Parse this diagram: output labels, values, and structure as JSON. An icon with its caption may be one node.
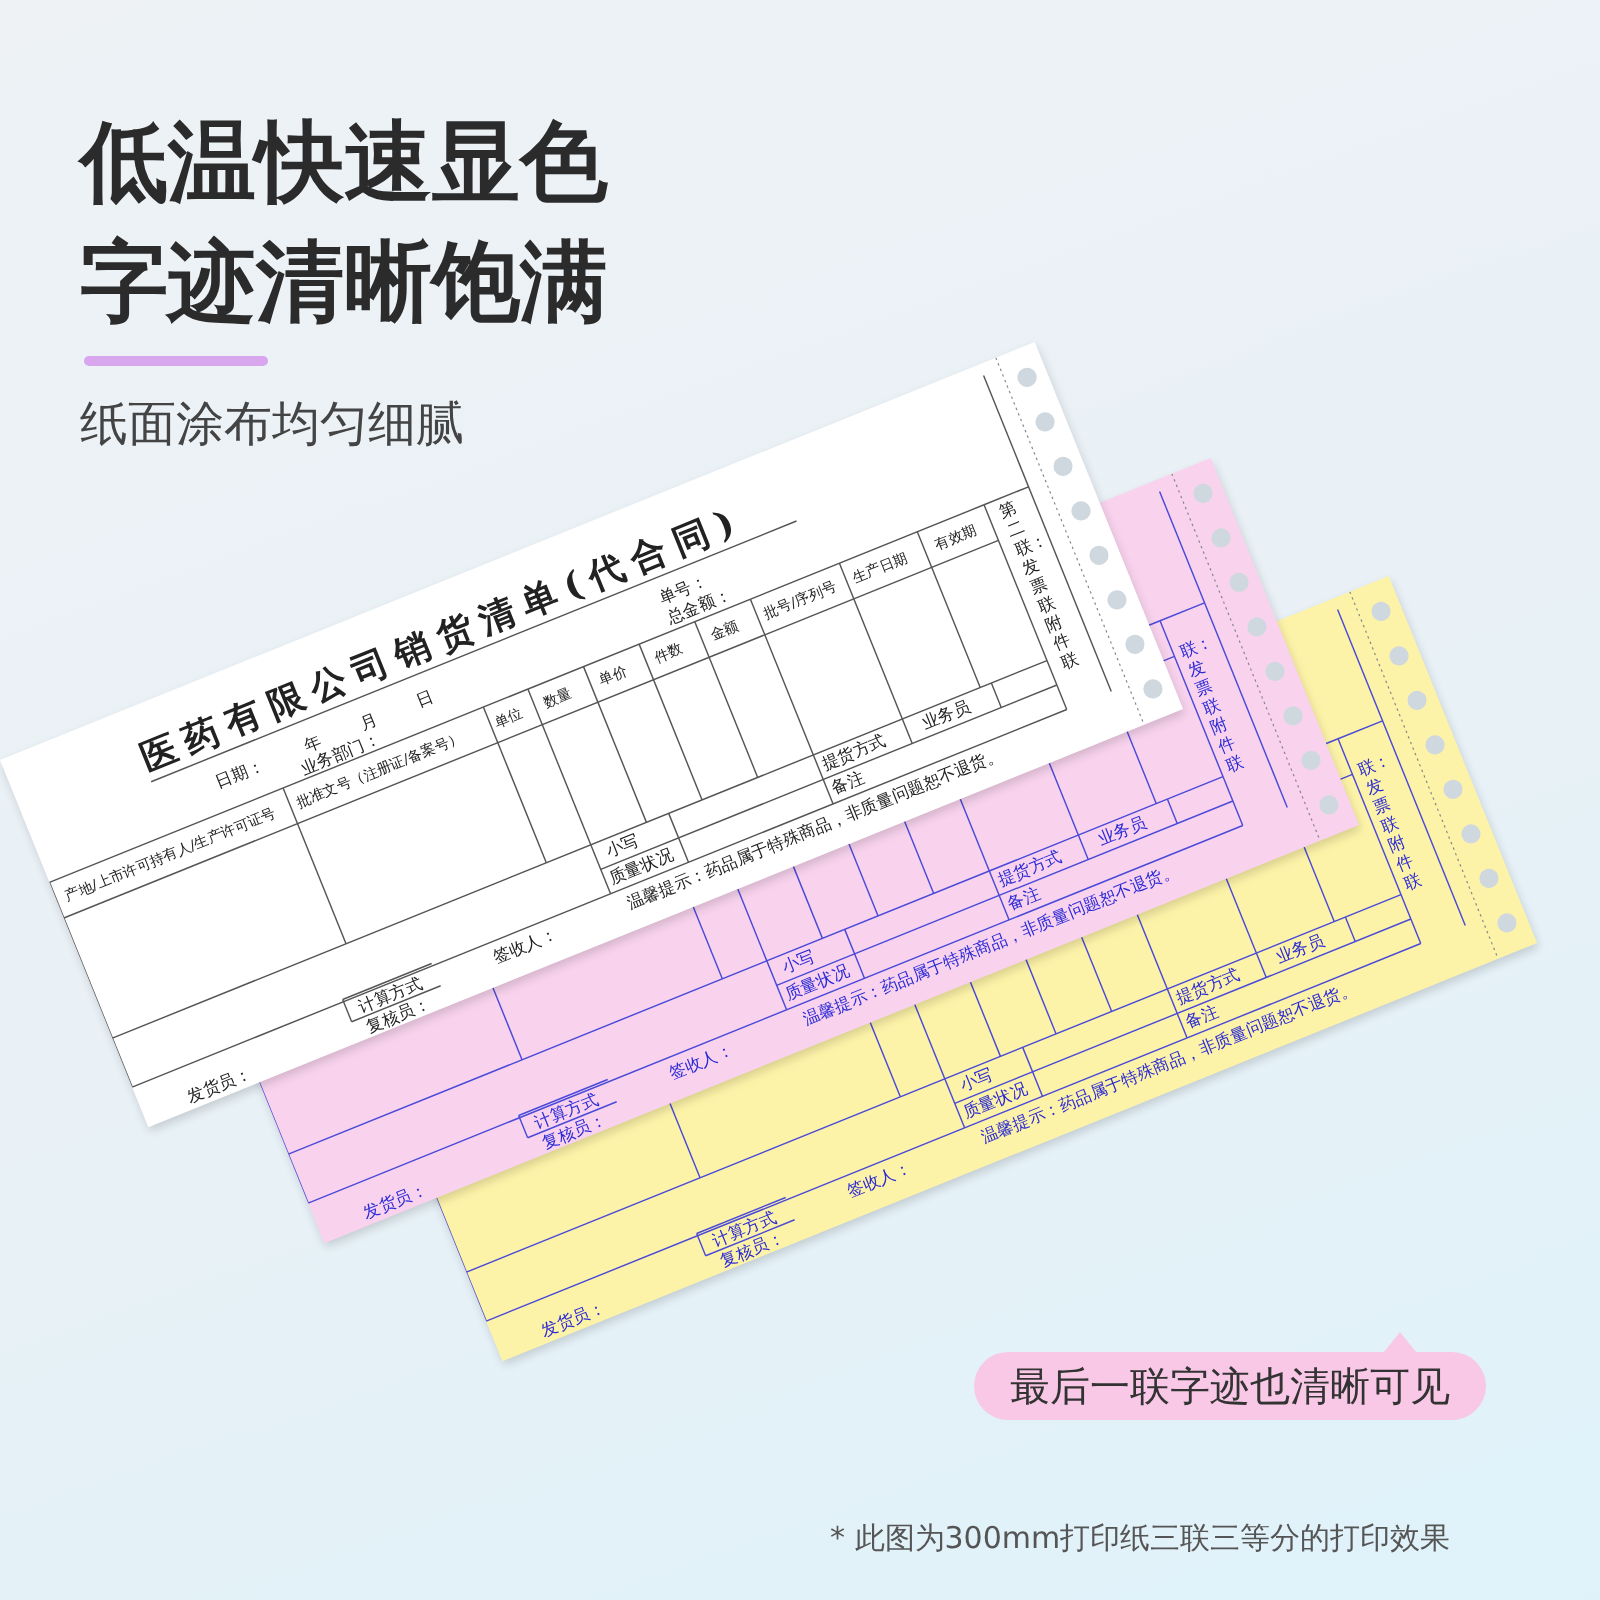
{
  "diagram": {
    "title": "低温快速显色字迹清晰饱满",
    "nodes": [
      {
        "text": [
          "医药有限公司销货清单(代合同)",
          "日期：",
          "年",
          "月",
          "日",
          "业务部门：",
          "单号：",
          "总金额：",
          "产地/上市许可持有人/生产许可证号",
          "批准文号（注册证/备案号）",
          "单位",
          "数量",
          "单价",
          "件数",
          "金额",
          "批号/序列号",
          "生产日期",
          "有效期",
          "小写",
          "质量状况",
          "提货方式",
          "备注",
          "业务员",
          "温馨提示：药品属于特殊商品，非质量问题恕不退货。",
          "签收人：",
          "计算方式",
          "复核员：",
          "发货员：",
          "第二联：发票联附件联"
        ]
      },
      {
        "text": [
          "联：发票联附件联",
          "业务员",
          "提货方式",
          "备注",
          "温馨提示：药品属于特殊商品，非质量问题恕不退货。",
          "小写",
          "质量状况",
          "签收人：",
          "计算方式",
          "复核员：",
          "发货员："
        ]
      },
      {
        "text": [
          "联：发票联附件联",
          "业务员",
          "提货方式",
          "备注",
          "温馨提示：药品属于特殊商品，非质量问题恕不退货。",
          "小写",
          "质量状况",
          "签收人：",
          "计算方式",
          "复核员：",
          "发货员："
        ]
      },
      {
        "text": [
          "最后一联字迹也清晰可见"
        ]
      }
    ],
    "labels": [
      "纸面涂布均匀细腻",
      "* 此图为300mm打印纸三联三等分的打印效果"
    ]
  }
}
